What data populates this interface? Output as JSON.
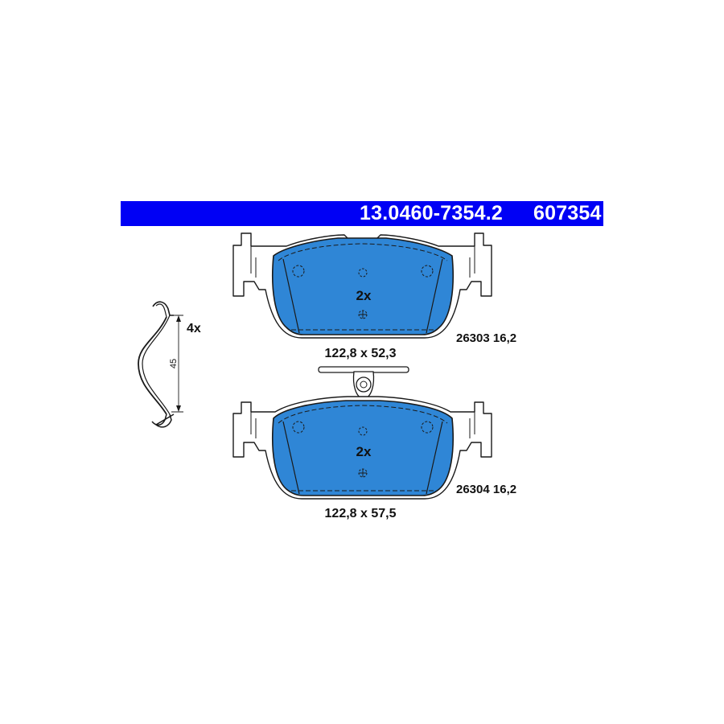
{
  "header": {
    "part_number": "13.0460-7354.2",
    "ref_number": "607354",
    "banner_color": "#0000f5"
  },
  "colors": {
    "pad_fill": "#2f86d6",
    "outline": "#1a1a1a"
  },
  "upper_pad": {
    "quantity": "2x",
    "dimensions": "122,8 x 52,3",
    "code": "26303 16,2"
  },
  "lower_pad": {
    "quantity": "2x",
    "dimensions": "122,8 x 57,5",
    "code": "26304 16,2"
  },
  "spring_clip": {
    "quantity": "4x",
    "dimension": "45"
  }
}
